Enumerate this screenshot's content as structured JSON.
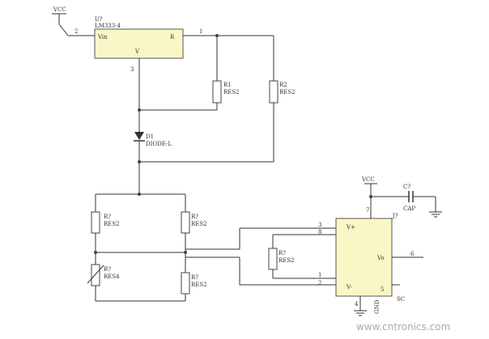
{
  "colors": {
    "wire": "#333333",
    "ic_fill": "#fbf6c6",
    "ic_stroke": "#555555",
    "resistor_fill": "#ffffff",
    "diode": "#333333",
    "watermark": "#aaaaaa"
  },
  "vcc_top": {
    "label": "VCC",
    "pin": "2"
  },
  "u2": {
    "ref": "U?",
    "part": "LM333-4",
    "pin_vin": "Vin",
    "pin_r": "R",
    "pin_v": "V",
    "pin_out": "1",
    "pin_adj": "3"
  },
  "r1": {
    "ref": "R1",
    "value": "RES2"
  },
  "r2": {
    "ref": "R2",
    "value": "RES2"
  },
  "d1": {
    "ref": "D1",
    "value": "DIODE-L"
  },
  "bridge": {
    "r_top_left": {
      "ref": "R?",
      "value": "RES2"
    },
    "r_top_right": {
      "ref": "R?",
      "value": "RES2"
    },
    "r_bottom_left": {
      "ref": "R?",
      "value": "RES4"
    },
    "r_bottom_right": {
      "ref": "R?",
      "value": "RES2"
    }
  },
  "r_gain": {
    "ref": "R?",
    "value": "RES2"
  },
  "cap": {
    "ref": "C?",
    "value": "CAP"
  },
  "vcc_right": {
    "label": "VCC",
    "pin": "7"
  },
  "j": {
    "ref": "J?",
    "pin_vplus": "V+",
    "pin_vminus": "V-",
    "pin_vo": "Vo",
    "pin3": "3",
    "pin8": "8",
    "pin1": "1",
    "pin2": "2",
    "pin7": "7",
    "pin4": "4",
    "pin5": "5",
    "pin6": "6",
    "part": "SC"
  },
  "gnd_label": "GND",
  "watermark": "www.cntronics.com"
}
